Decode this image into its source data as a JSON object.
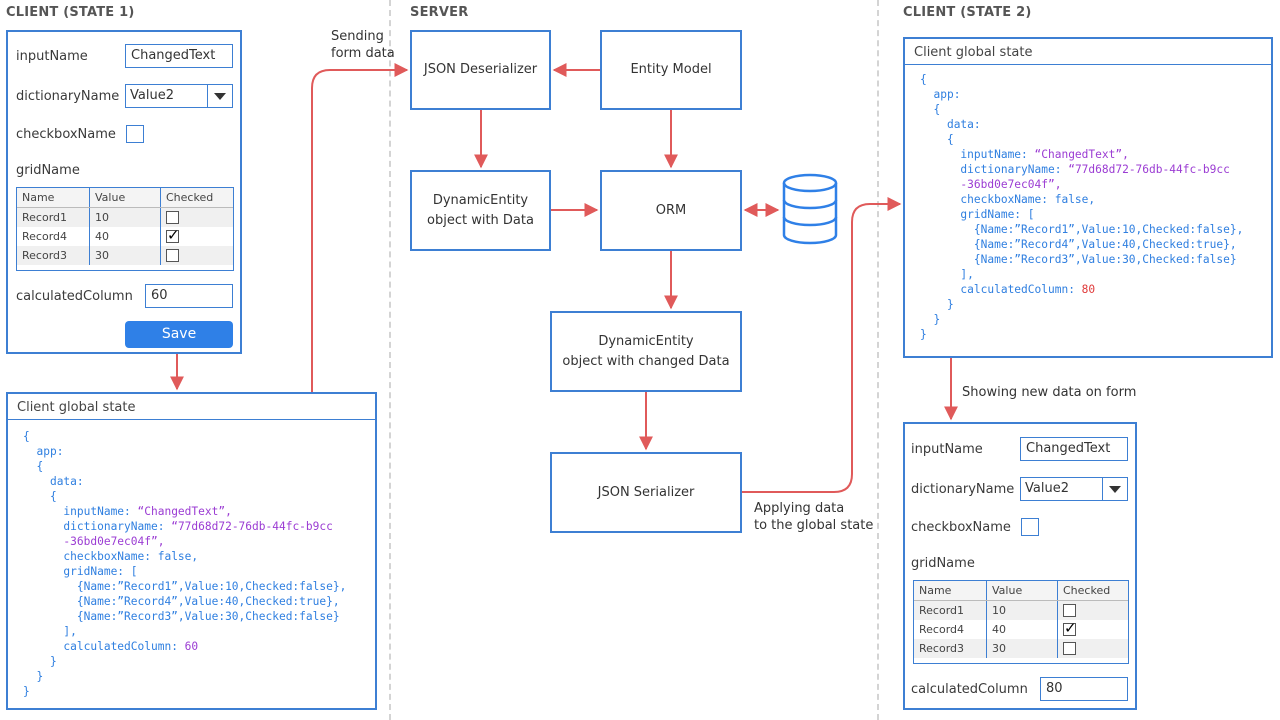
{
  "sections": {
    "client1": "CLIENT (STATE 1)",
    "server": "SERVER",
    "client2": "CLIENT (STATE 2)"
  },
  "form1": {
    "input_label": "inputName",
    "input_value": "ChangedText",
    "dictionary_label": "dictionaryName",
    "dictionary_value": "Value2",
    "checkbox_label": "checkboxName",
    "grid_label": "gridName",
    "grid": {
      "headers": [
        "Name",
        "Value",
        "Checked"
      ],
      "rows": [
        {
          "name": "Record1",
          "value": "10",
          "checked": false
        },
        {
          "name": "Record4",
          "value": "40",
          "checked": true
        },
        {
          "name": "Record3",
          "value": "30",
          "checked": false
        }
      ]
    },
    "calc_label": "calculatedColumn",
    "calc_value": "60",
    "save_label": "Save"
  },
  "form2": {
    "input_label": "inputName",
    "input_value": "ChangedText",
    "dictionary_label": "dictionaryName",
    "dictionary_value": "Value2",
    "checkbox_label": "checkboxName",
    "grid_label": "gridName",
    "grid": {
      "headers": [
        "Name",
        "Value",
        "Checked"
      ],
      "rows": [
        {
          "name": "Record1",
          "value": "10",
          "checked": false
        },
        {
          "name": "Record4",
          "value": "40",
          "checked": true
        },
        {
          "name": "Record3",
          "value": "30",
          "checked": false
        }
      ]
    },
    "calc_label": "calculatedColumn",
    "calc_value": "80"
  },
  "state1": {
    "title": "Client global state",
    "code": {
      "open": "{",
      "app": "app:",
      "app_open": "{",
      "data": "data:",
      "data_open": "{",
      "inputName_key": "inputName: ",
      "inputName_val": "“ChangedText”,",
      "dictionaryName_key": "dictionaryName: ",
      "dictionaryName_val1": "“77d68d72-76db-44fc-b9cc",
      "dictionaryName_val2": "-36bd0e7ec04f”,",
      "checkboxName": "checkboxName: false,",
      "gridName": "gridName: [",
      "row1": "{Name:”Record1”,Value:10,Checked:false},",
      "row2": "{Name:”Record4”,Value:40,Checked:true},",
      "row3": "{Name:”Record3”,Value:30,Checked:false}",
      "grid_close": "],",
      "calc_key": "calculatedColumn: ",
      "calc_val": "60",
      "data_close": "}",
      "app_close": "}",
      "close": "}"
    }
  },
  "state2": {
    "title": "Client global state",
    "code": {
      "open": "{",
      "app": "app:",
      "app_open": "{",
      "data": "data:",
      "data_open": "{",
      "inputName_key": "inputName: ",
      "inputName_val": "“ChangedText”,",
      "dictionaryName_key": "dictionaryName: ",
      "dictionaryName_val1": "“77d68d72-76db-44fc-b9cc",
      "dictionaryName_val2": "-36bd0e7ec04f”,",
      "checkboxName": "checkboxName: false,",
      "gridName": "gridName: [",
      "row1": "{Name:”Record1”,Value:10,Checked:false},",
      "row2": "{Name:”Record4”,Value:40,Checked:true},",
      "row3": "{Name:”Record3”,Value:30,Checked:false}",
      "grid_close": "],",
      "calc_key": "calculatedColumn: ",
      "calc_val": "80",
      "data_close": "}",
      "app_close": "}",
      "close": "}"
    }
  },
  "server": {
    "json_deserializer": "JSON Deserializer",
    "entity_model": "Entity Model",
    "dynamic_entity_line1": "DynamicEntity",
    "dynamic_entity_line2": "object with Data",
    "orm": "ORM",
    "dynamic_changed_line1": "DynamicEntity",
    "dynamic_changed_line2": "object with changed Data",
    "json_serializer": "JSON Serializer"
  },
  "notes": {
    "sending_line1": "Sending",
    "sending_line2": "form data",
    "applying_line1": "Applying data",
    "applying_line2": "to the global state",
    "showing": "Showing new data on form"
  },
  "colors": {
    "border": "#3d7fd3",
    "arrow": "#e05a5a",
    "save_button": "#2f80e7",
    "code_key": "#2f7fe0",
    "code_string": "#9b3cd3",
    "code_number_changed": "#e03a3a"
  }
}
